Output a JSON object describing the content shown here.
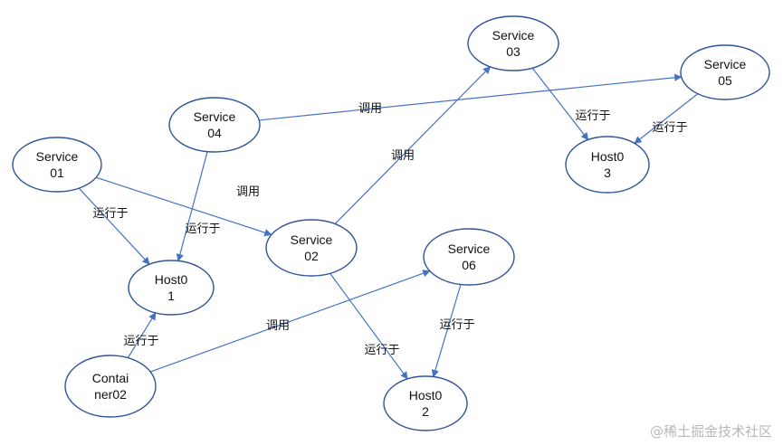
{
  "diagram": {
    "nodes": [
      {
        "id": "service01",
        "lines": [
          "Service",
          "01"
        ]
      },
      {
        "id": "service02",
        "lines": [
          "Service",
          "02"
        ]
      },
      {
        "id": "service03",
        "lines": [
          "Service",
          "03"
        ]
      },
      {
        "id": "service04",
        "lines": [
          "Service",
          "04"
        ]
      },
      {
        "id": "service05",
        "lines": [
          "Service",
          "05"
        ]
      },
      {
        "id": "service06",
        "lines": [
          "Service",
          "06"
        ]
      },
      {
        "id": "host01",
        "lines": [
          "Host0",
          "1"
        ]
      },
      {
        "id": "host02",
        "lines": [
          "Host0",
          "2"
        ]
      },
      {
        "id": "host03",
        "lines": [
          "Host0",
          "3"
        ]
      },
      {
        "id": "container02",
        "lines": [
          "Contai",
          "ner02"
        ]
      }
    ],
    "edges": [
      {
        "id": "e-s01-h01",
        "from": "service01",
        "to": "host01",
        "label": "运行于"
      },
      {
        "id": "e-s01-s02",
        "from": "service01",
        "to": "service02",
        "label": "调用"
      },
      {
        "id": "e-s04-h01",
        "from": "service04",
        "to": "host01",
        "label": "运行于"
      },
      {
        "id": "e-s04-s05",
        "from": "service04",
        "to": "service05",
        "label": "调用"
      },
      {
        "id": "e-s02-s03",
        "from": "service02",
        "to": "service03",
        "label": "调用"
      },
      {
        "id": "e-s02-h02",
        "from": "service02",
        "to": "host02",
        "label": "运行于"
      },
      {
        "id": "e-s03-h03",
        "from": "service03",
        "to": "host03",
        "label": "运行于"
      },
      {
        "id": "e-s05-h03",
        "from": "service05",
        "to": "host03",
        "label": "运行于"
      },
      {
        "id": "e-s06-h02",
        "from": "service06",
        "to": "host02",
        "label": "运行于"
      },
      {
        "id": "e-c02-h01",
        "from": "container02",
        "to": "host01",
        "label": "运行于"
      },
      {
        "id": "e-c02-s06",
        "from": "container02",
        "to": "service06",
        "label": "调用"
      }
    ]
  },
  "watermark": "@稀土掘金技术社区"
}
